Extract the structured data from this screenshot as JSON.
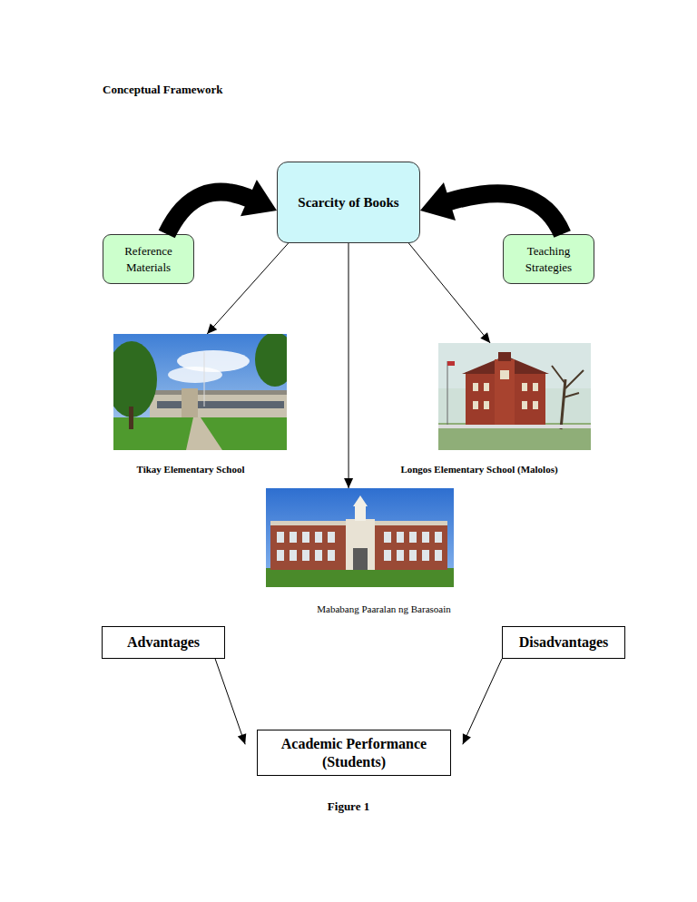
{
  "diagram": {
    "title": "Conceptual Framework",
    "caption": "Figure 1",
    "nodes": [
      {
        "text": [
          "Scarcity of Books"
        ]
      },
      {
        "text": [
          "Reference Materials"
        ]
      },
      {
        "text": [
          "Teaching Strategies"
        ]
      },
      {
        "text": [
          "Tikay Elementary School"
        ]
      },
      {
        "text": [
          "Longos Elementary School (Malolos)"
        ]
      },
      {
        "text": [
          "Mababang Paaralan ng Barasoain"
        ]
      },
      {
        "text": [
          "Advantages"
        ]
      },
      {
        "text": [
          "Disadvantages"
        ]
      },
      {
        "text": [
          "Academic Performance (Students)"
        ]
      }
    ],
    "edges": [
      {
        "from": 1,
        "to": 0,
        "arrow": "to"
      },
      {
        "from": 2,
        "to": 0,
        "arrow": "to"
      },
      {
        "from": 0,
        "to": 3,
        "arrow": "to"
      },
      {
        "from": 0,
        "to": 5,
        "arrow": "to"
      },
      {
        "from": 0,
        "to": 4,
        "arrow": "to"
      },
      {
        "from": 6,
        "to": 8,
        "arrow": "to"
      },
      {
        "from": 7,
        "to": 8,
        "arrow": "to"
      }
    ]
  }
}
